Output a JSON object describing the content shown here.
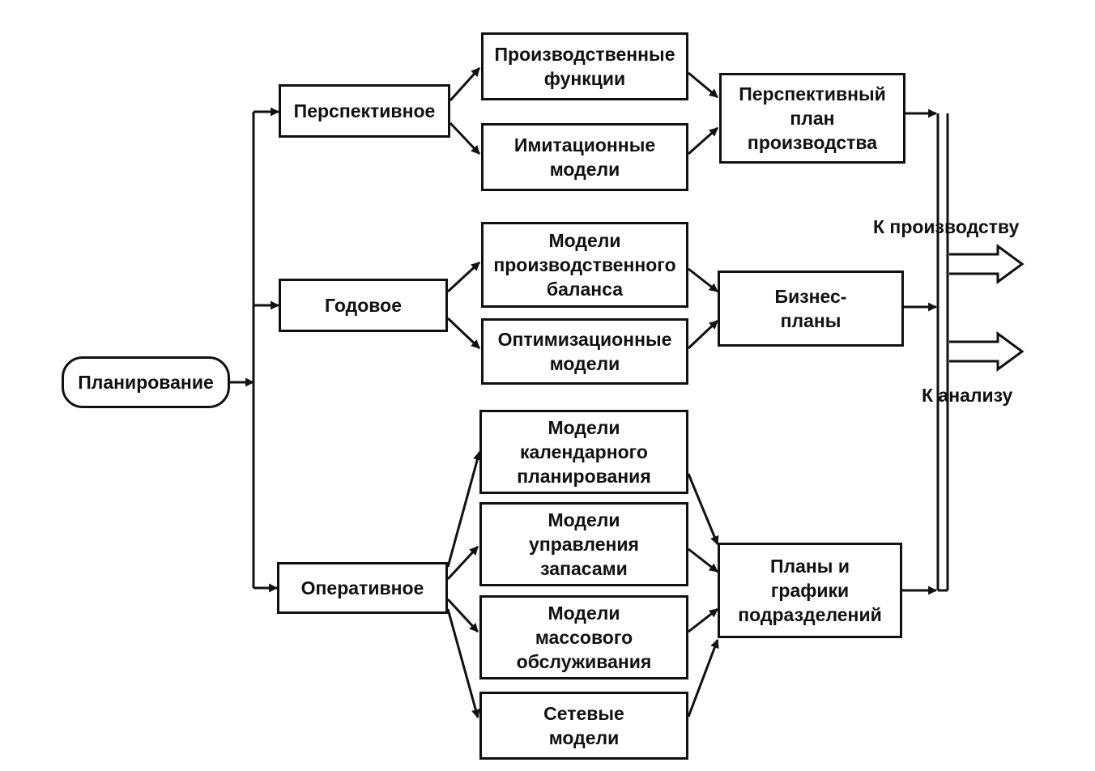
{
  "diagram": {
    "root": {
      "label": "Планирование"
    },
    "levels": [
      {
        "id": "perspective",
        "label": "Перспективное"
      },
      {
        "id": "annual",
        "label": "Годовое"
      },
      {
        "id": "operational",
        "label": "Оперативное"
      }
    ],
    "models": [
      {
        "id": "production-functions",
        "label": "Производственные\nфункции"
      },
      {
        "id": "simulation-models",
        "label": "Имитационные\nмодели"
      },
      {
        "id": "production-balance-models",
        "label": "Модели\nпроизводственного\nбаланса"
      },
      {
        "id": "optimization-models",
        "label": "Оптимизационные\nмодели"
      },
      {
        "id": "scheduling-models",
        "label": "Модели\nкалендарного\nпланирования"
      },
      {
        "id": "inventory-models",
        "label": "Модели\nуправления\nзапасами"
      },
      {
        "id": "queueing-models",
        "label": "Модели\nмассового\nобслуживания"
      },
      {
        "id": "network-models",
        "label": "Сетевые\nмодели"
      }
    ],
    "outputs": [
      {
        "id": "long-term-plan",
        "label": "Перспективный\nплан\nпроизводства"
      },
      {
        "id": "business-plans",
        "label": "Бизнес-\nпланы"
      },
      {
        "id": "unit-plans",
        "label": "Планы и\nграфики\nподразделений"
      }
    ],
    "destinations": {
      "to_production": "К производству",
      "to_analysis": "К анализу"
    }
  }
}
